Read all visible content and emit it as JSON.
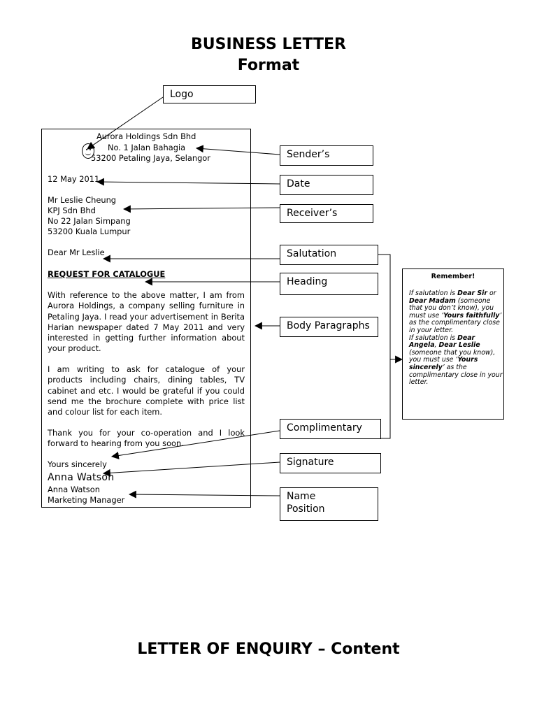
{
  "heading": {
    "line1": "BUSINESS LETTER",
    "line2": "Format"
  },
  "footer_title": "LETTER OF ENQUIRY – Content",
  "letter": {
    "sender_name": "Aurora Holdings Sdn Bhd",
    "sender_street": "No. 1 Jalan Bahagia",
    "sender_city": "53200 Petaling Jaya, Selangor",
    "date": "12 May 2011",
    "receiver": [
      "Mr Leslie Cheung",
      "KPJ Sdn Bhd",
      "No 22 Jalan Simpang",
      "53200 Kuala Lumpur"
    ],
    "salutation": "Dear Mr Leslie",
    "subject": "REQUEST FOR CATALOGUE",
    "body": [
      "With reference to the above matter, I am from Aurora Holdings, a company selling furniture in Petaling Jaya. I read your advertisement in Berita Harian newspaper dated 7 May 2011 and very interested in getting further information about your product.",
      "I am writing to ask for catalogue of your products including chairs, dining tables, TV cabinet and etc. I would be grateful if you could send me the brochure complete with price list and colour list for each item.",
      "Thank you for your co-operation and I look forward to hearing from you soon."
    ],
    "closing": "Yours sincerely",
    "signature": "Anna Watson",
    "signer_name": "Anna Watson",
    "signer_position": "Marketing Manager"
  },
  "labels": {
    "logo": "Logo",
    "sender": "Sender’s",
    "date": "Date",
    "receiver": "Receiver’s",
    "salutation": "Salutation",
    "heading": "Heading",
    "body": "Body Paragraphs",
    "complimentary": "Complimentary",
    "signature": "Signature",
    "name": "Name",
    "position": "Position"
  },
  "remember": {
    "title": "Remember!",
    "t1": "If salutation is ",
    "b1": "Dear Sir",
    "t2": " or ",
    "b2": "Dear Madam",
    "t3": " (someone that you don’t know), you must use ‘",
    "b3": "Yours faithfully",
    "t4": "’ as the complimentary close in your letter.",
    "t5": "If salutation is ",
    "b5": "Dear Angela",
    "t6": ", ",
    "b6": "Dear Leslie",
    "t7": " (someone that you know), you must use ‘",
    "b7": "Yours sincerely",
    "t8": "’ as the complimentary close in your letter."
  }
}
